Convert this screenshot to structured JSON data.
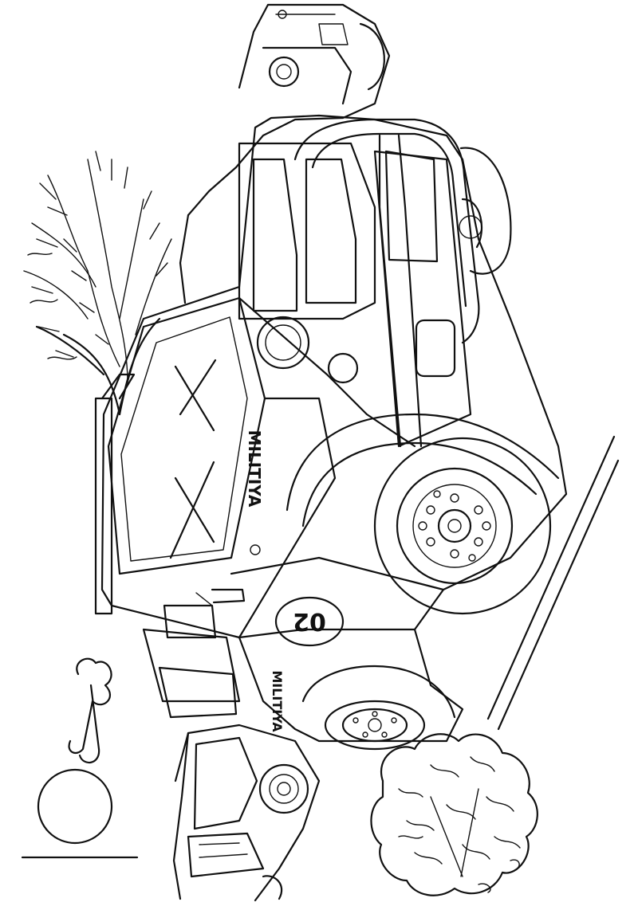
{
  "image": {
    "kind": "line-art coloring page",
    "ink_color": "#111111",
    "paper_color": "#ffffff"
  },
  "vehicle": {
    "door_lettering": "MILITIYA",
    "rear_lettering": "MILITIYA",
    "unit_number": "02"
  }
}
